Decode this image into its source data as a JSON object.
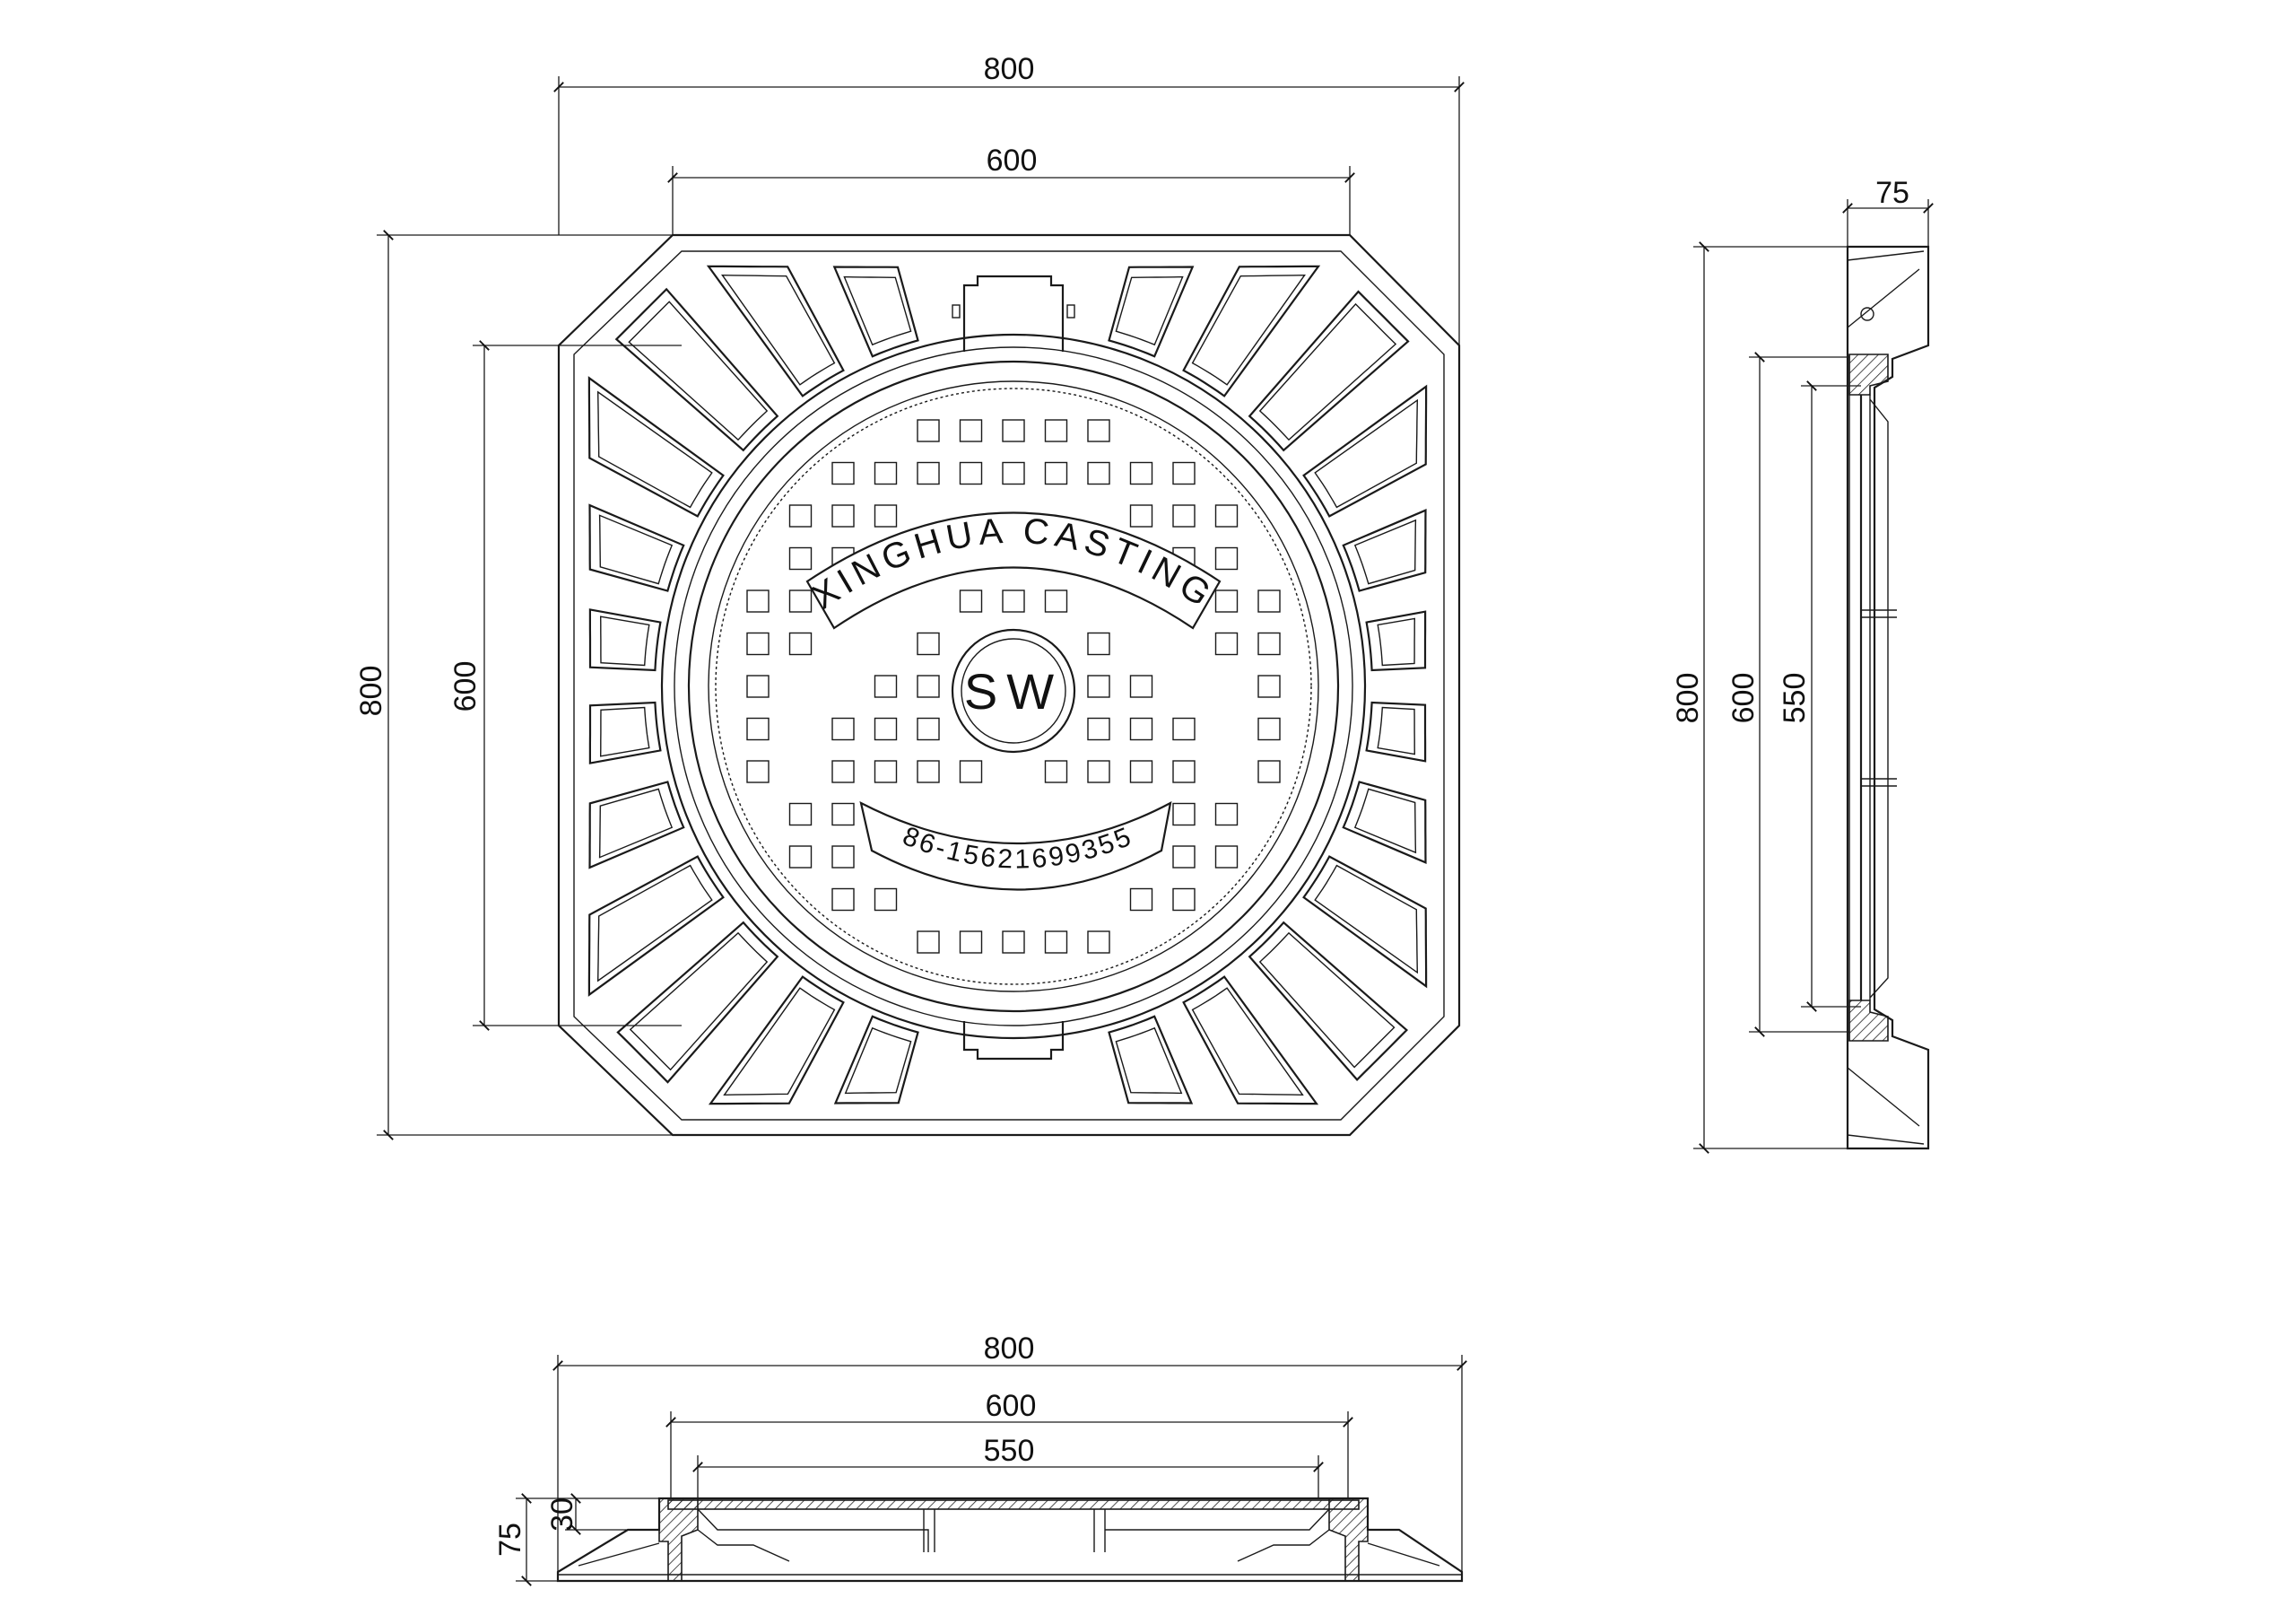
{
  "plan_view": {
    "dim_overall_width": "800",
    "dim_opening_width": "600",
    "dim_overall_height": "800",
    "dim_opening_height": "600",
    "brand_text": "XINGHUA CASTING",
    "logo_text": "SW",
    "phone_text": "86-15621699355"
  },
  "side_view": {
    "dim_thickness": "75",
    "dim_overall_height": "800",
    "dim_opening_height": "600",
    "dim_inner_height": "550"
  },
  "section_view": {
    "dim_overall_width": "800",
    "dim_opening_width": "600",
    "dim_inner_width": "550",
    "dim_total_depth": "75",
    "dim_cover_depth": "30"
  }
}
